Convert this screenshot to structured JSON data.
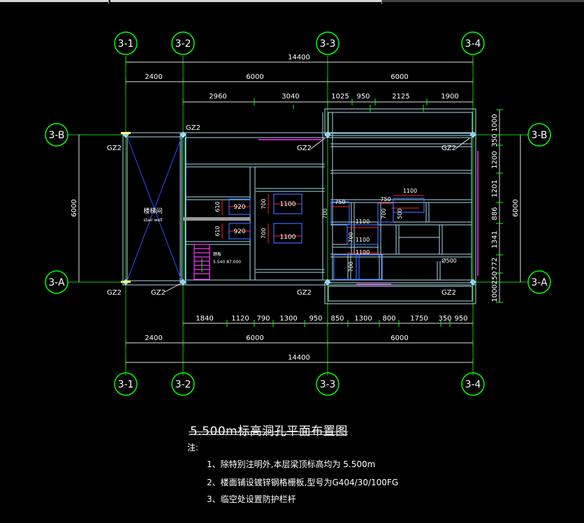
{
  "grid": {
    "columns": [
      "3-1",
      "3-2",
      "3-3",
      "3-4"
    ],
    "rows": [
      "3-B",
      "3-A"
    ]
  },
  "dims": {
    "total": "14400",
    "bays": [
      "2400",
      "6000",
      "6000"
    ],
    "top_detail": [
      "2960",
      "3040",
      "1025",
      "950",
      "2125",
      "1900"
    ],
    "bottom_detail": [
      "1840",
      "1120",
      "790",
      "1300",
      "950",
      "850",
      "1300",
      "800",
      "1750",
      "350",
      "950"
    ],
    "side": "6000",
    "right_detail": [
      "1000",
      "350",
      "1200",
      "1201",
      "886",
      "1341",
      "772",
      "250",
      "1000"
    ]
  },
  "column_tag": "GZ2",
  "room_labels": {
    "stair_cn": "楼梯间",
    "stair_en": "stair well",
    "ramp": "踏板",
    "ramp_sub": "5.540 87.000"
  },
  "opening_dims": {
    "a": "920",
    "b": "920",
    "c": "1100",
    "d": "1100",
    "e": "610",
    "f": "610",
    "g": "700",
    "h": "700",
    "i": "700",
    "j": "750",
    "k": "750",
    "l": "1100",
    "m": "1100",
    "n": "1100",
    "o": "1100",
    "p": "500",
    "q": "700",
    "r": "700",
    "s": "700",
    "t": "Ø500"
  },
  "title": "5.500m标高洞孔平面布置图",
  "notes_label": "注:",
  "notes": [
    "1、除特别注明外,本层梁顶标高均为 5.500m",
    "2、楼面铺设镀锌钢格栅板,型号为G404/30/100FG",
    "3、临空处设置防护栏杆"
  ],
  "colors": {
    "grid": "#00ff00",
    "wall": "#9fd6e8",
    "dim": "#e8e8e8",
    "red": "#ff3030",
    "blue": "#3060ff",
    "magenta": "#ff33ff",
    "text": "#ffffff"
  }
}
